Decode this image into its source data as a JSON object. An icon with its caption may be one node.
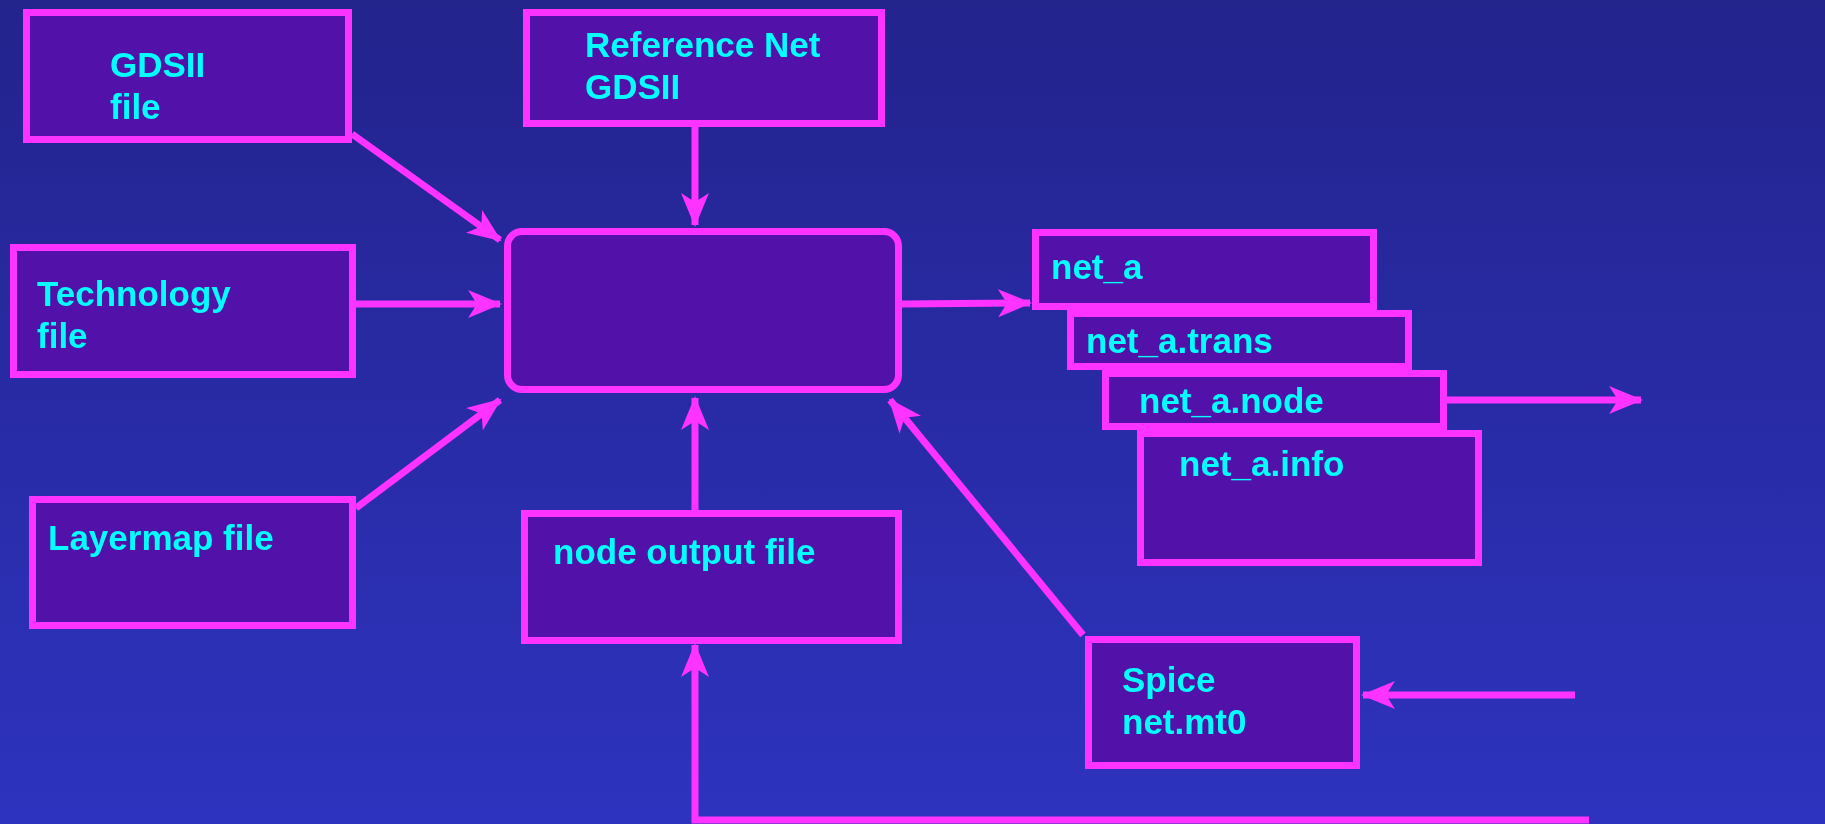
{
  "diagram": {
    "nodes": [
      {
        "text": [
          "GDSII file"
        ]
      },
      {
        "text": [
          "Reference Net GDSII"
        ]
      },
      {
        "text": [
          "Technology file"
        ]
      },
      {
        "text": [],
        "shape": "box"
      },
      {
        "text": [
          "net_a"
        ]
      },
      {
        "text": [
          "net_a.trans"
        ]
      },
      {
        "text": [
          "net_a.node"
        ]
      },
      {
        "text": [
          "net_a.info"
        ]
      },
      {
        "text": [
          "Layermap file"
        ]
      },
      {
        "text": [
          "node output file"
        ]
      },
      {
        "text": [
          "Spice net.mt0"
        ]
      }
    ],
    "edges": [
      {
        "from": 0,
        "to": 3,
        "arrow": "to"
      },
      {
        "from": 1,
        "to": 3,
        "arrow": "to"
      },
      {
        "from": 2,
        "to": 3,
        "arrow": "to"
      },
      {
        "from": 3,
        "to": 4,
        "arrow": "to"
      },
      {
        "from": 6,
        "to": null,
        "arrow": "to"
      },
      {
        "from": 8,
        "to": 3,
        "arrow": "to"
      },
      {
        "from": 9,
        "to": 3,
        "arrow": "to"
      },
      {
        "from": 10,
        "to": 3,
        "arrow": "to"
      },
      {
        "from": null,
        "to": 10,
        "arrow": "to"
      },
      {
        "from": null,
        "to": 9,
        "arrow": "to"
      }
    ]
  }
}
